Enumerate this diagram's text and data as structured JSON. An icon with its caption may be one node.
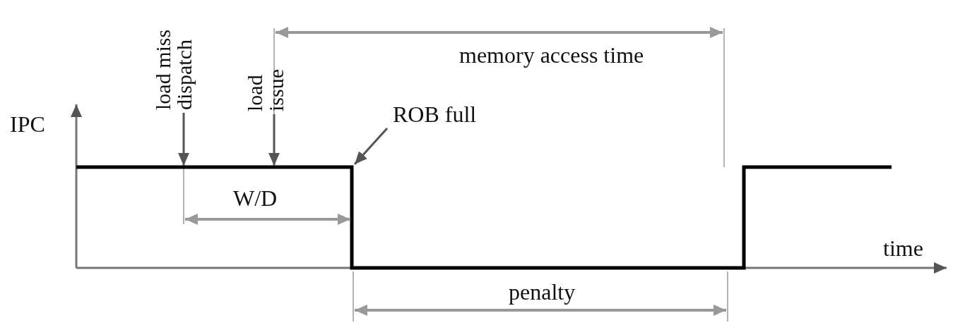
{
  "diagram": {
    "nodes": [
      {
        "text": [
          "load miss dispatch"
        ]
      },
      {
        "text": [
          "load issue"
        ]
      },
      {
        "text": [
          "ROB full"
        ]
      }
    ],
    "edges": [
      {
        "from": 0,
        "to": null,
        "arrow": "to"
      },
      {
        "from": 1,
        "to": null,
        "arrow": "to"
      },
      {
        "from": 2,
        "to": null,
        "arrow": "to"
      }
    ],
    "labels": [
      "memory access time",
      "IPC",
      "W/D",
      "time",
      "penalty"
    ]
  }
}
